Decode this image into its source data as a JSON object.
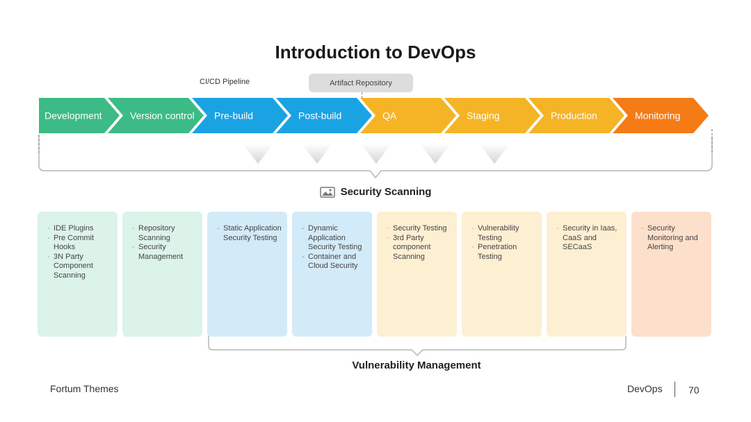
{
  "title": "Introduction to DevOps",
  "pipeline_label": "CI/CD Pipeline",
  "artifact_label": "Artifact Repository",
  "security_scanning_label": "Security Scanning",
  "vulnerability_label": "Vulnerability Management",
  "colors": {
    "green": "#3dbb86",
    "blue": "#1aa3e3",
    "yellow": "#f5b425",
    "orange": "#f47b16"
  },
  "stages": [
    {
      "label": "Development",
      "color": "#3dbb86"
    },
    {
      "label": "Version control",
      "color": "#3dbb86"
    },
    {
      "label": "Pre-build",
      "color": "#1aa3e3"
    },
    {
      "label": "Post-build",
      "color": "#1aa3e3"
    },
    {
      "label": "QA",
      "color": "#f5b425"
    },
    {
      "label": "Staging",
      "color": "#f5b425"
    },
    {
      "label": "Production",
      "color": "#f5b425"
    },
    {
      "label": "Monitoring",
      "color": "#f47b16"
    }
  ],
  "cards": [
    {
      "items": [
        "IDE Plugins",
        "Pre Commit Hooks",
        "3N Party Component Scanning"
      ]
    },
    {
      "items": [
        "Repository Scanning",
        "Security Management"
      ]
    },
    {
      "items": [
        "Static Application Security Testing"
      ]
    },
    {
      "items": [
        "Dynamic Application Security Testing",
        "Container and Cloud Security"
      ]
    },
    {
      "items": [
        "Security Testing",
        "3rd Party component Scanning"
      ]
    },
    {
      "items": [
        "Vulnerability Testing",
        "Penetration Testing"
      ]
    },
    {
      "items": [
        "Security in Iaas, CaaS and SECaaS"
      ]
    },
    {
      "items": [
        "Security Monitoring and Alerting"
      ]
    }
  ],
  "footer": {
    "left": "Fortum Themes",
    "right": "DevOps",
    "page": "70"
  }
}
